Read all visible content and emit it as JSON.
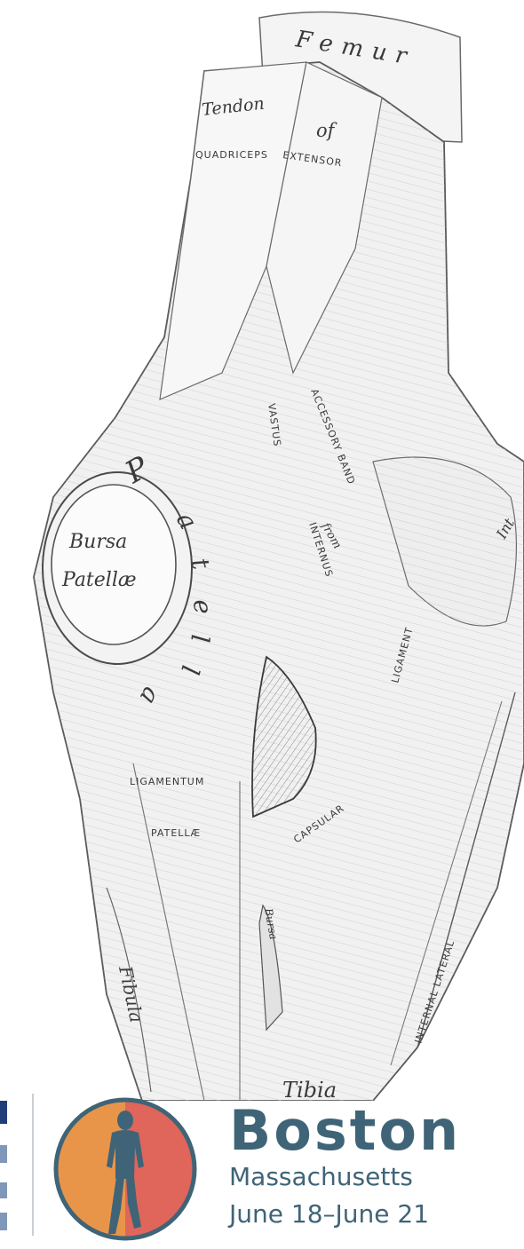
{
  "illustration": {
    "labels": {
      "femur": "Femur",
      "tendon": "Tendon",
      "of": "of",
      "quadriceps": "QUADRICEPS",
      "extensor": "EXTENSOR",
      "patella_letters": [
        "P",
        "a",
        "t",
        "e",
        "l",
        "l",
        "a"
      ],
      "bursa": "Bursa",
      "patellae": "Patellæ",
      "vastus": "VASTUS",
      "internus": "INTERNUS",
      "accessory_band": "ACCESSORY BAND",
      "from": "from",
      "capsular": "CAPSULAR",
      "ligament": "LIGAMENT",
      "ligamentum": "LIGAMENTUM",
      "patellae_caps": "PATELLÆ",
      "bursa_small": "Bursa",
      "fibula": "Fibula",
      "tibia": "Tibia",
      "internal_lateral": "INTERNAL LATERAL",
      "int": "Int"
    }
  },
  "event": {
    "city": "Boston",
    "state": "Massachusetts",
    "dates": "June 18–June 21"
  },
  "colors": {
    "brand_blue": "#3f6477",
    "logo_orange": "#e8954a",
    "logo_red": "#e0655a",
    "logo_ring": "#3f6477",
    "runner": "#3f6477"
  },
  "icons": {
    "logo": "runner-circle-icon"
  }
}
